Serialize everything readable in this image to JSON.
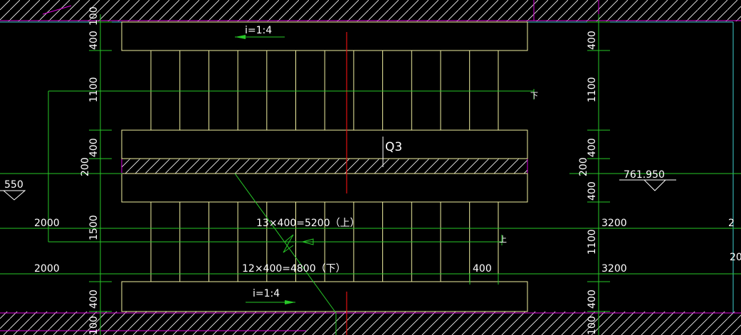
{
  "drawing": {
    "slope_top": "i=1:4",
    "slope_bottom": "i=1:4",
    "stair_label": "Q3",
    "down_marker": "下",
    "up_marker": "上",
    "steps_up": "13×400=5200（上）",
    "steps_down": "12×400=4800（下）",
    "step_width": "400",
    "elev_right": "761.950",
    "elev_left": "550",
    "left_dims": [
      "100",
      "400",
      "1100",
      "400",
      "200",
      "1500",
      "400",
      "100"
    ],
    "right_dims": [
      "400",
      "1100",
      "400",
      "200",
      "400",
      "1100",
      "400",
      "100"
    ],
    "left_horizontal": [
      "2000",
      "2000"
    ],
    "right_horizontal": [
      "3200",
      "3200"
    ],
    "edge_right": "20",
    "colors": {
      "background": "#000000",
      "outline": "#f0f0a0",
      "dimension": "#28c828",
      "boundary": "#e000e0",
      "axis": "#e01010",
      "border": "#40d0d0"
    }
  }
}
